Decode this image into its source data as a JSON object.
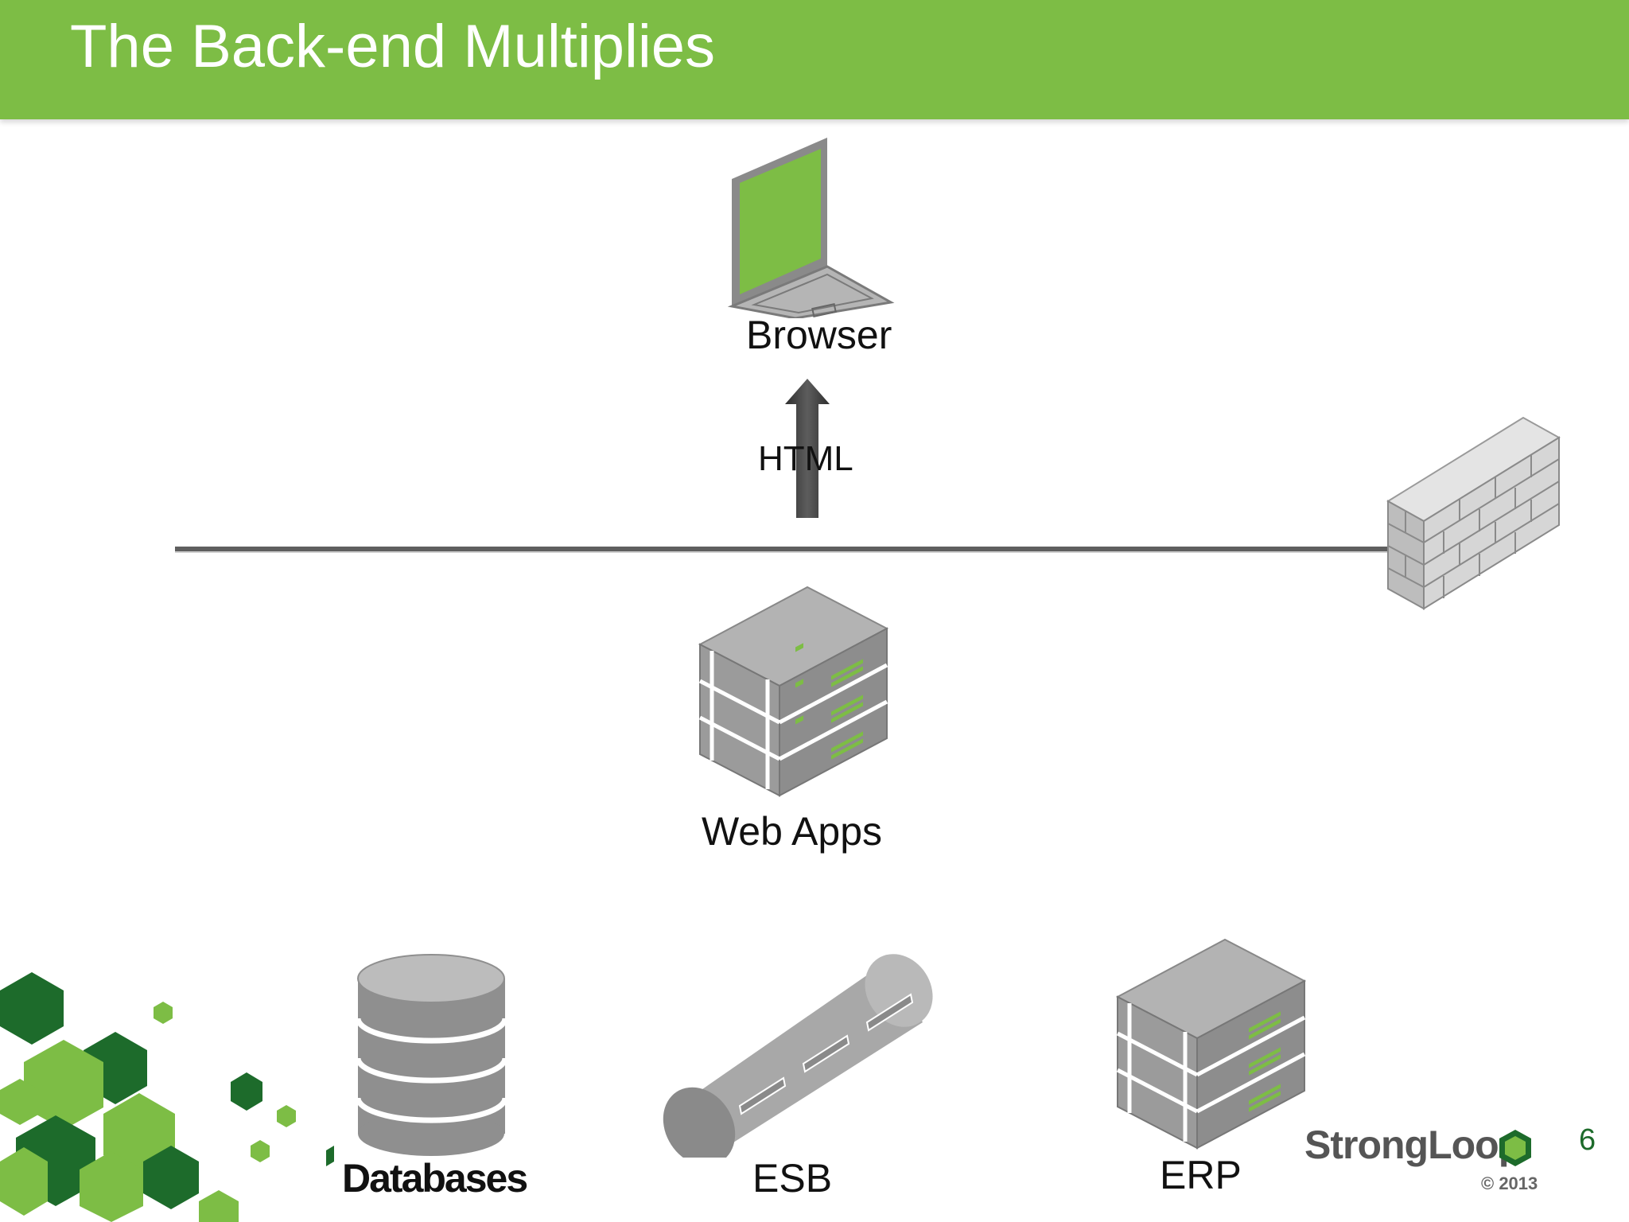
{
  "slide": {
    "title": "The Back-end Multiplies",
    "page_number": "6"
  },
  "nodes": {
    "browser": "Browser",
    "arrow_label": "HTML",
    "web_apps": "Web Apps",
    "databases": "Databases",
    "esb": "ESB",
    "erp": "ERP"
  },
  "logo": {
    "name": "StrongLoop",
    "year": "© 2013"
  },
  "colors": {
    "accent": "#7dbd45",
    "dark_green": "#1d6b2b",
    "icon_gray": "#9a9a9a"
  }
}
